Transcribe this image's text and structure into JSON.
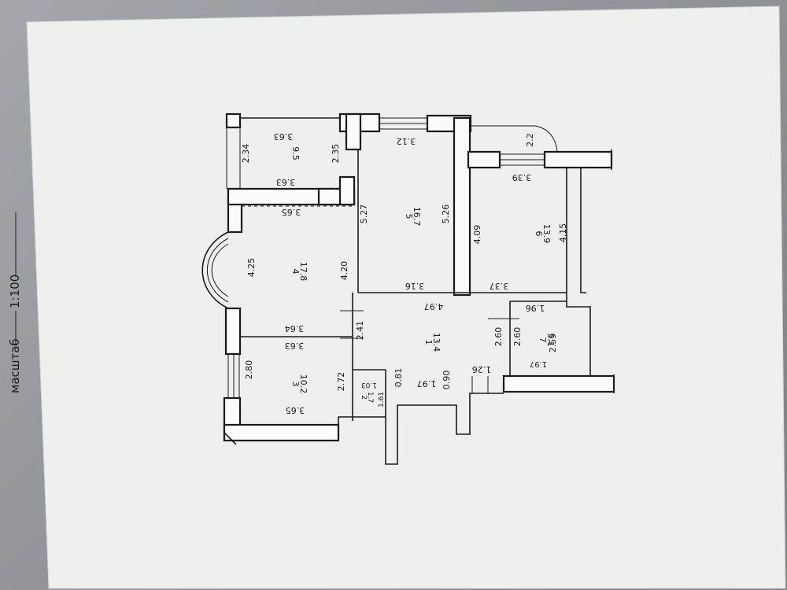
{
  "scale": {
    "label": "масштаб",
    "value": "1:100"
  },
  "rooms": [
    {
      "id": "1",
      "area": "13.4"
    },
    {
      "id": "2",
      "area": "1.7"
    },
    {
      "id": "3",
      "area": "10.2"
    },
    {
      "id": "4",
      "area": "17.8"
    },
    {
      "id": "5",
      "area": "16.7"
    },
    {
      "id": "6",
      "area": "13.9"
    },
    {
      "id": "7",
      "area": "5.1"
    },
    {
      "area": "9.5"
    }
  ],
  "dimensions": [
    "3.63",
    "2.34",
    "2.35",
    "3.63",
    "3.12",
    "2.2",
    "3.39",
    "3.65",
    "5.27",
    "5.26",
    "4.09",
    "4.15",
    "4.25",
    "4.20",
    "3.16",
    "3.37",
    "4.97",
    "1.96",
    "3.64",
    "2.41",
    "2.60",
    "2.60",
    "2.59",
    "3.63",
    "2.80",
    "2.72",
    "0.81",
    "1.97",
    "0.90",
    "1.26",
    "1.97",
    "1.03",
    "1.61",
    "3.65"
  ]
}
